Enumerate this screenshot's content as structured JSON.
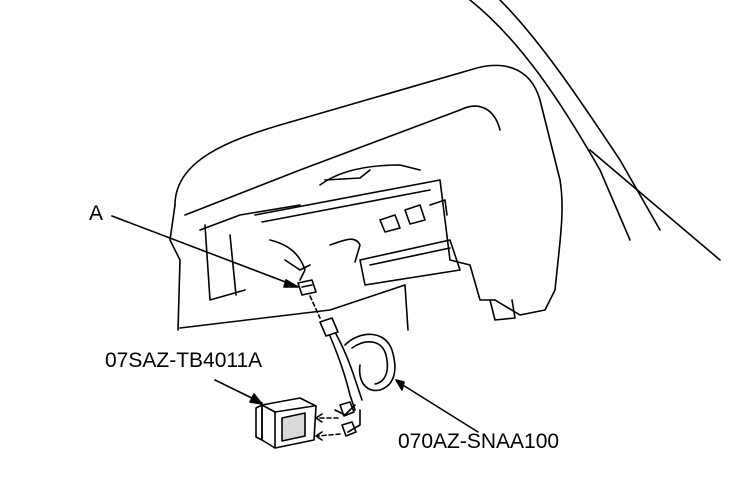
{
  "labels": {
    "connector": "A",
    "module_part": "07SAZ-TB4011A",
    "harness_part": "070AZ-SNAA100"
  },
  "colors": {
    "line": "#000000",
    "background": "#ffffff",
    "shade": "#d9d9d9"
  }
}
